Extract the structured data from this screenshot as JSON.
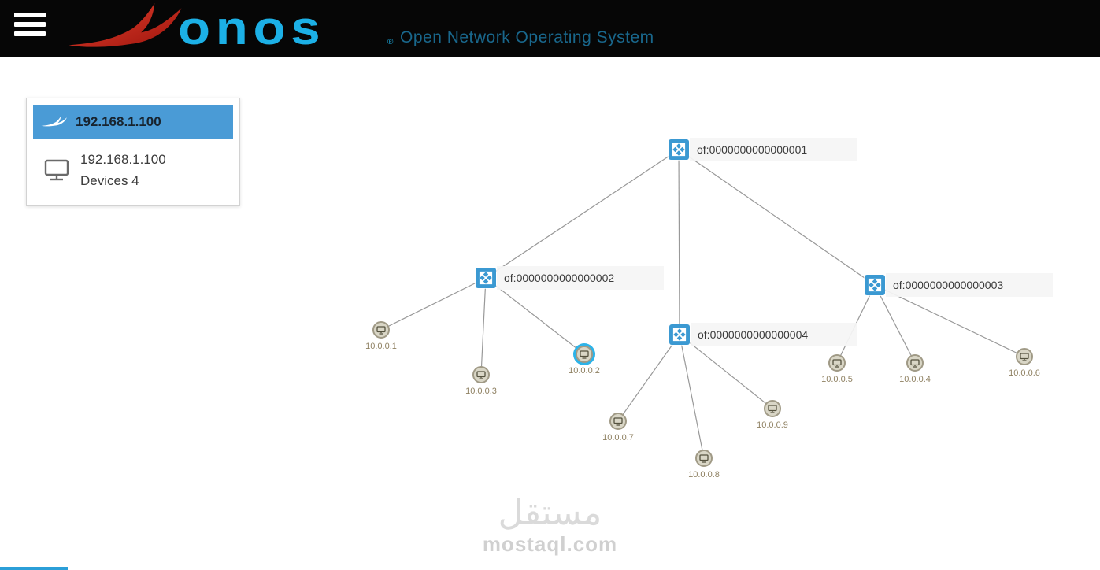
{
  "header": {
    "logo": "onos",
    "registered": "®",
    "subtitle": "Open Network Operating System"
  },
  "summary_panel": {
    "title": "192.168.1.100",
    "ip": "192.168.1.100",
    "devices": "Devices 4"
  },
  "topology": {
    "switches": [
      {
        "label": "of:0000000000000001"
      },
      {
        "label": "of:0000000000000002"
      },
      {
        "label": "of:0000000000000003"
      },
      {
        "label": "of:0000000000000004"
      }
    ],
    "hosts": [
      {
        "label": "10.0.0.1",
        "selected": false
      },
      {
        "label": "10.0.0.2",
        "selected": true
      },
      {
        "label": "10.0.0.3",
        "selected": false
      },
      {
        "label": "10.0.0.4",
        "selected": false
      },
      {
        "label": "10.0.0.5",
        "selected": false
      },
      {
        "label": "10.0.0.6",
        "selected": false
      },
      {
        "label": "10.0.0.7",
        "selected": false
      },
      {
        "label": "10.0.0.8",
        "selected": false
      },
      {
        "label": "10.0.0.9",
        "selected": false
      }
    ]
  },
  "watermark": {
    "line1": "مستقل",
    "line2": "mostaql.com"
  },
  "colors": {
    "logo_blue": "#1cb0e6",
    "subtitle_blue": "#19678c",
    "panel_header_blue": "#4a9bd6",
    "switch_blue": "#3b99d2",
    "host_fill": "#d9d6c6",
    "link_gray": "#999999",
    "selected_ring": "#2db3e8"
  }
}
